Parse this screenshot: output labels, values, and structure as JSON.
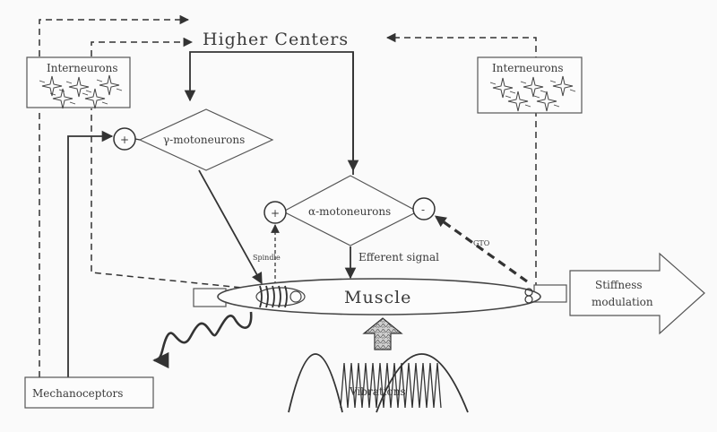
{
  "labels": {
    "higher_centers": "Higher Centers",
    "interneurons_left": "Interneurons",
    "interneurons_right": "Interneurons",
    "gamma_motoneurons": "γ-motoneurons",
    "alpha_motoneurons": "α-motoneurons",
    "plus_gamma": "+",
    "plus_alpha": "+",
    "minus_alpha": "-",
    "spindle": "Spindle",
    "gto": "GTO",
    "efferent_signal": "Efferent signal",
    "muscle": "Muscle",
    "stiffness_line1": "Stiffness",
    "stiffness_line2": "modulation",
    "mechanoceptors": "Mechanoceptors",
    "vibrations": "Vibrations"
  },
  "icons": {
    "neuron": "neuron-star-icon",
    "spindle": "muscle-spindle-coil-icon",
    "gto": "golgi-tendon-organ-icon"
  },
  "colors": {
    "line": "#333333",
    "box_stroke": "#555555",
    "text": "#3a3a3a",
    "background": "#fafafa"
  }
}
